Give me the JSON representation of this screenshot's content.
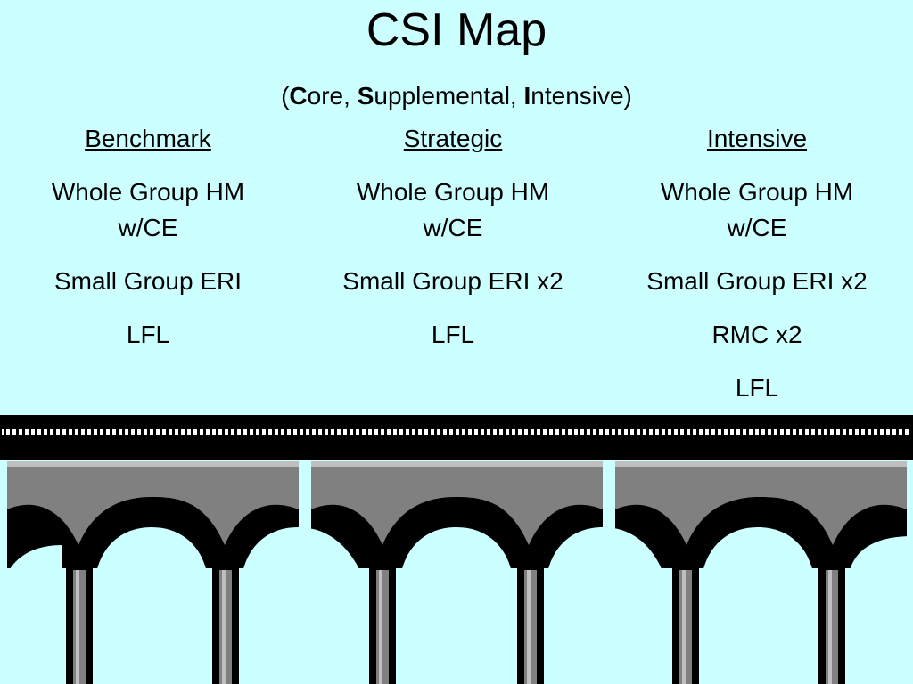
{
  "slide": {
    "title": "CSI Map",
    "subtitle": {
      "open": "(",
      "c_bold": "C",
      "c_rest": "ore, ",
      "s_bold": "S",
      "s_rest": "upplemental, ",
      "i_bold": "I",
      "i_rest": "ntensive)"
    },
    "columns": [
      {
        "heading": "Benchmark",
        "items": [
          "Whole Group HM w/CE",
          "Small Group ERI",
          "LFL"
        ]
      },
      {
        "heading": "Strategic",
        "items": [
          "Whole Group HM w/CE",
          "Small Group ERI x2",
          "LFL"
        ]
      },
      {
        "heading": "Intensive",
        "items": [
          "Whole Group HM w/CE",
          "Small Group ERI x2",
          "RMC x2",
          "LFL"
        ]
      }
    ]
  },
  "colors": {
    "background": "#ccffff",
    "bridge_dark": "#000000",
    "bridge_gray": "#808080",
    "bridge_light": "#bfbfbf"
  },
  "illustration": "bridge-icon"
}
